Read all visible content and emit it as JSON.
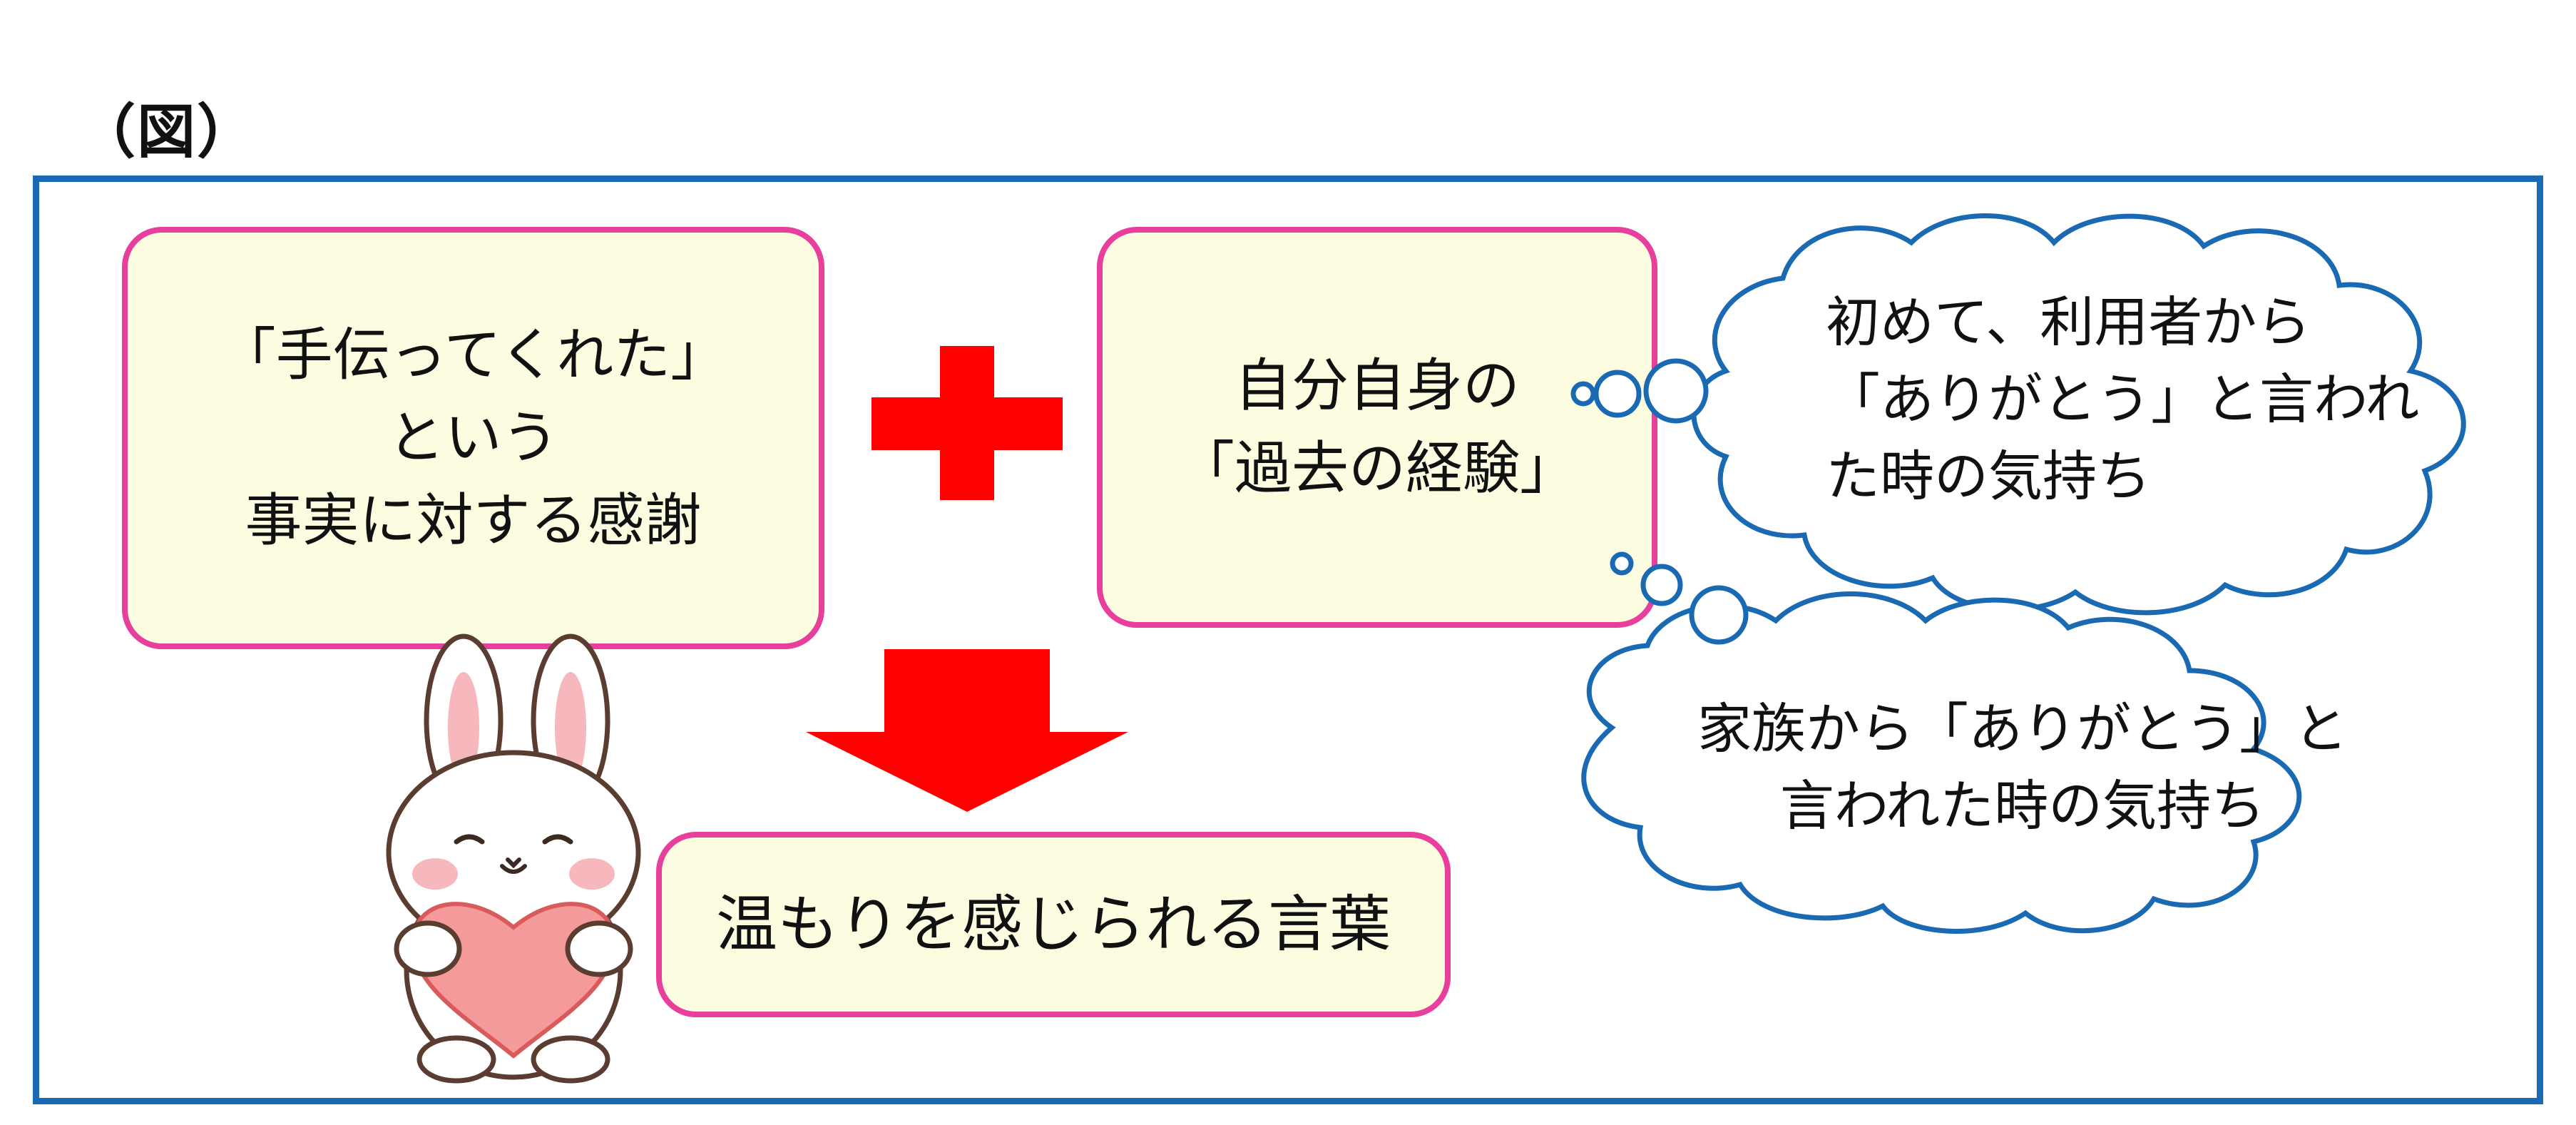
{
  "figure": {
    "label": "（図）"
  },
  "boxes": {
    "thanks": {
      "lines": [
        "「手伝ってくれた」",
        "という",
        "事実に対する感謝"
      ]
    },
    "experience": {
      "lines": [
        "自分自身の",
        "「過去の経験」"
      ]
    },
    "result": {
      "text": "温もりを感じられる言葉"
    }
  },
  "clouds": {
    "user_thanks": {
      "lines": [
        "初めて、利用者から",
        "「ありがとう」と言われ",
        "た時の気持ち"
      ]
    },
    "family_thanks": {
      "lines": [
        "家族から「ありがとう」と",
        "言われた時の気持ち"
      ]
    }
  },
  "colors": {
    "frame_border": "#1a6ab3",
    "box_border": "#e83e9c",
    "box_fill": "#fcfce0",
    "cloud_stroke": "#1a6ab3",
    "plus_and_arrow": "#ff0000"
  },
  "icons": {
    "plus": "plus-sign",
    "arrow": "down-arrow",
    "mascot": "rabbit-holding-heart"
  }
}
